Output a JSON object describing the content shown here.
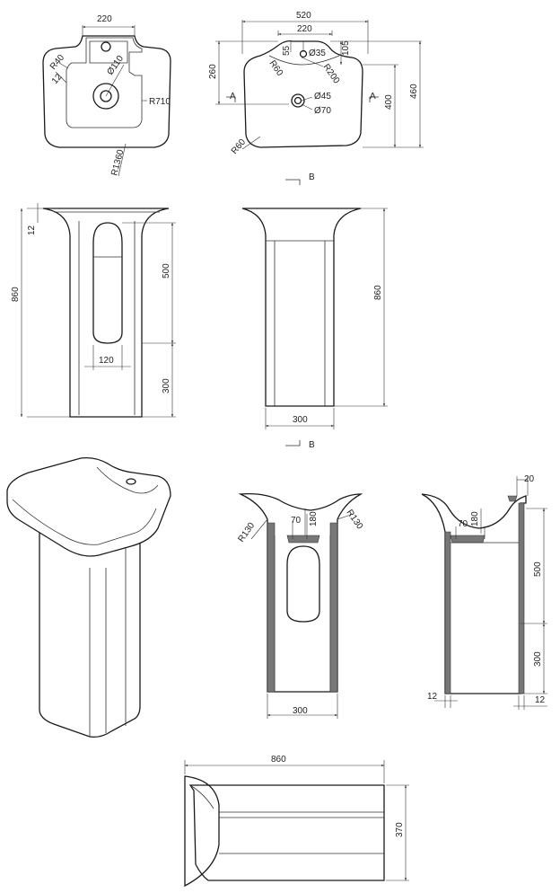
{
  "dimensions": {
    "top_view_small": {
      "width": "220",
      "r_corner": "R40",
      "r_edge": "12",
      "hole": "Ø110",
      "r_basin": "R710",
      "r_outer": "R1360"
    },
    "top_view_main": {
      "total_width": "520",
      "inner_width": "220",
      "offset": "55",
      "tap_hole": "Ø35",
      "drain_in": "Ø45",
      "drain_out": "Ø70",
      "back_depth": "105",
      "r_back": "R60",
      "r_bowl": "R200",
      "r_front": "R60",
      "depth_260": "260",
      "depth_400": "400",
      "depth_460": "460"
    },
    "front_view": {
      "height": "860",
      "rim": "12",
      "opening_h": "500",
      "opening_w": "120",
      "base_h": "300"
    },
    "side_view": {
      "height": "860",
      "width": "300"
    },
    "section_a": {
      "r_left": "R130",
      "r_right": "R130",
      "w_70": "70",
      "h_180": "180",
      "width": "300"
    },
    "section_b": {
      "rim": "20",
      "w_70": "70",
      "h_180": "180",
      "opening_h": "500",
      "base_h": "300",
      "wall_left": "12",
      "wall_right": "12"
    },
    "plan_view": {
      "length": "860",
      "width": "370"
    }
  },
  "section_markers": {
    "a": "A",
    "b": "B"
  }
}
